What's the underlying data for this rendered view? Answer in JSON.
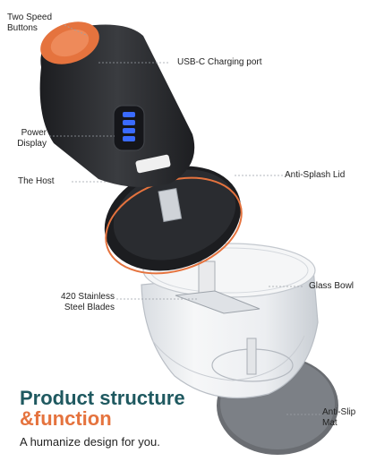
{
  "labels": {
    "two_speed": "Two Speed\nButtons",
    "usb_c": "USB-C Charging port",
    "power_display": "Power\nDisplay",
    "the_host": "The Host",
    "anti_splash": "Anti-Splash Lid",
    "blades": "420 Stainless\nSteel Blades",
    "glass_bowl": "Glass Bowl",
    "anti_slip": "Anti-Slip\nMat"
  },
  "headline": {
    "line1": "Product structure",
    "line2": "&function",
    "tagline": "A humanize design for you."
  },
  "colors": {
    "accent_orange": "#e5733e",
    "heading_teal": "#1f5960",
    "body_dark": "#2b2d30",
    "battery_blue": "#3a6bff"
  }
}
